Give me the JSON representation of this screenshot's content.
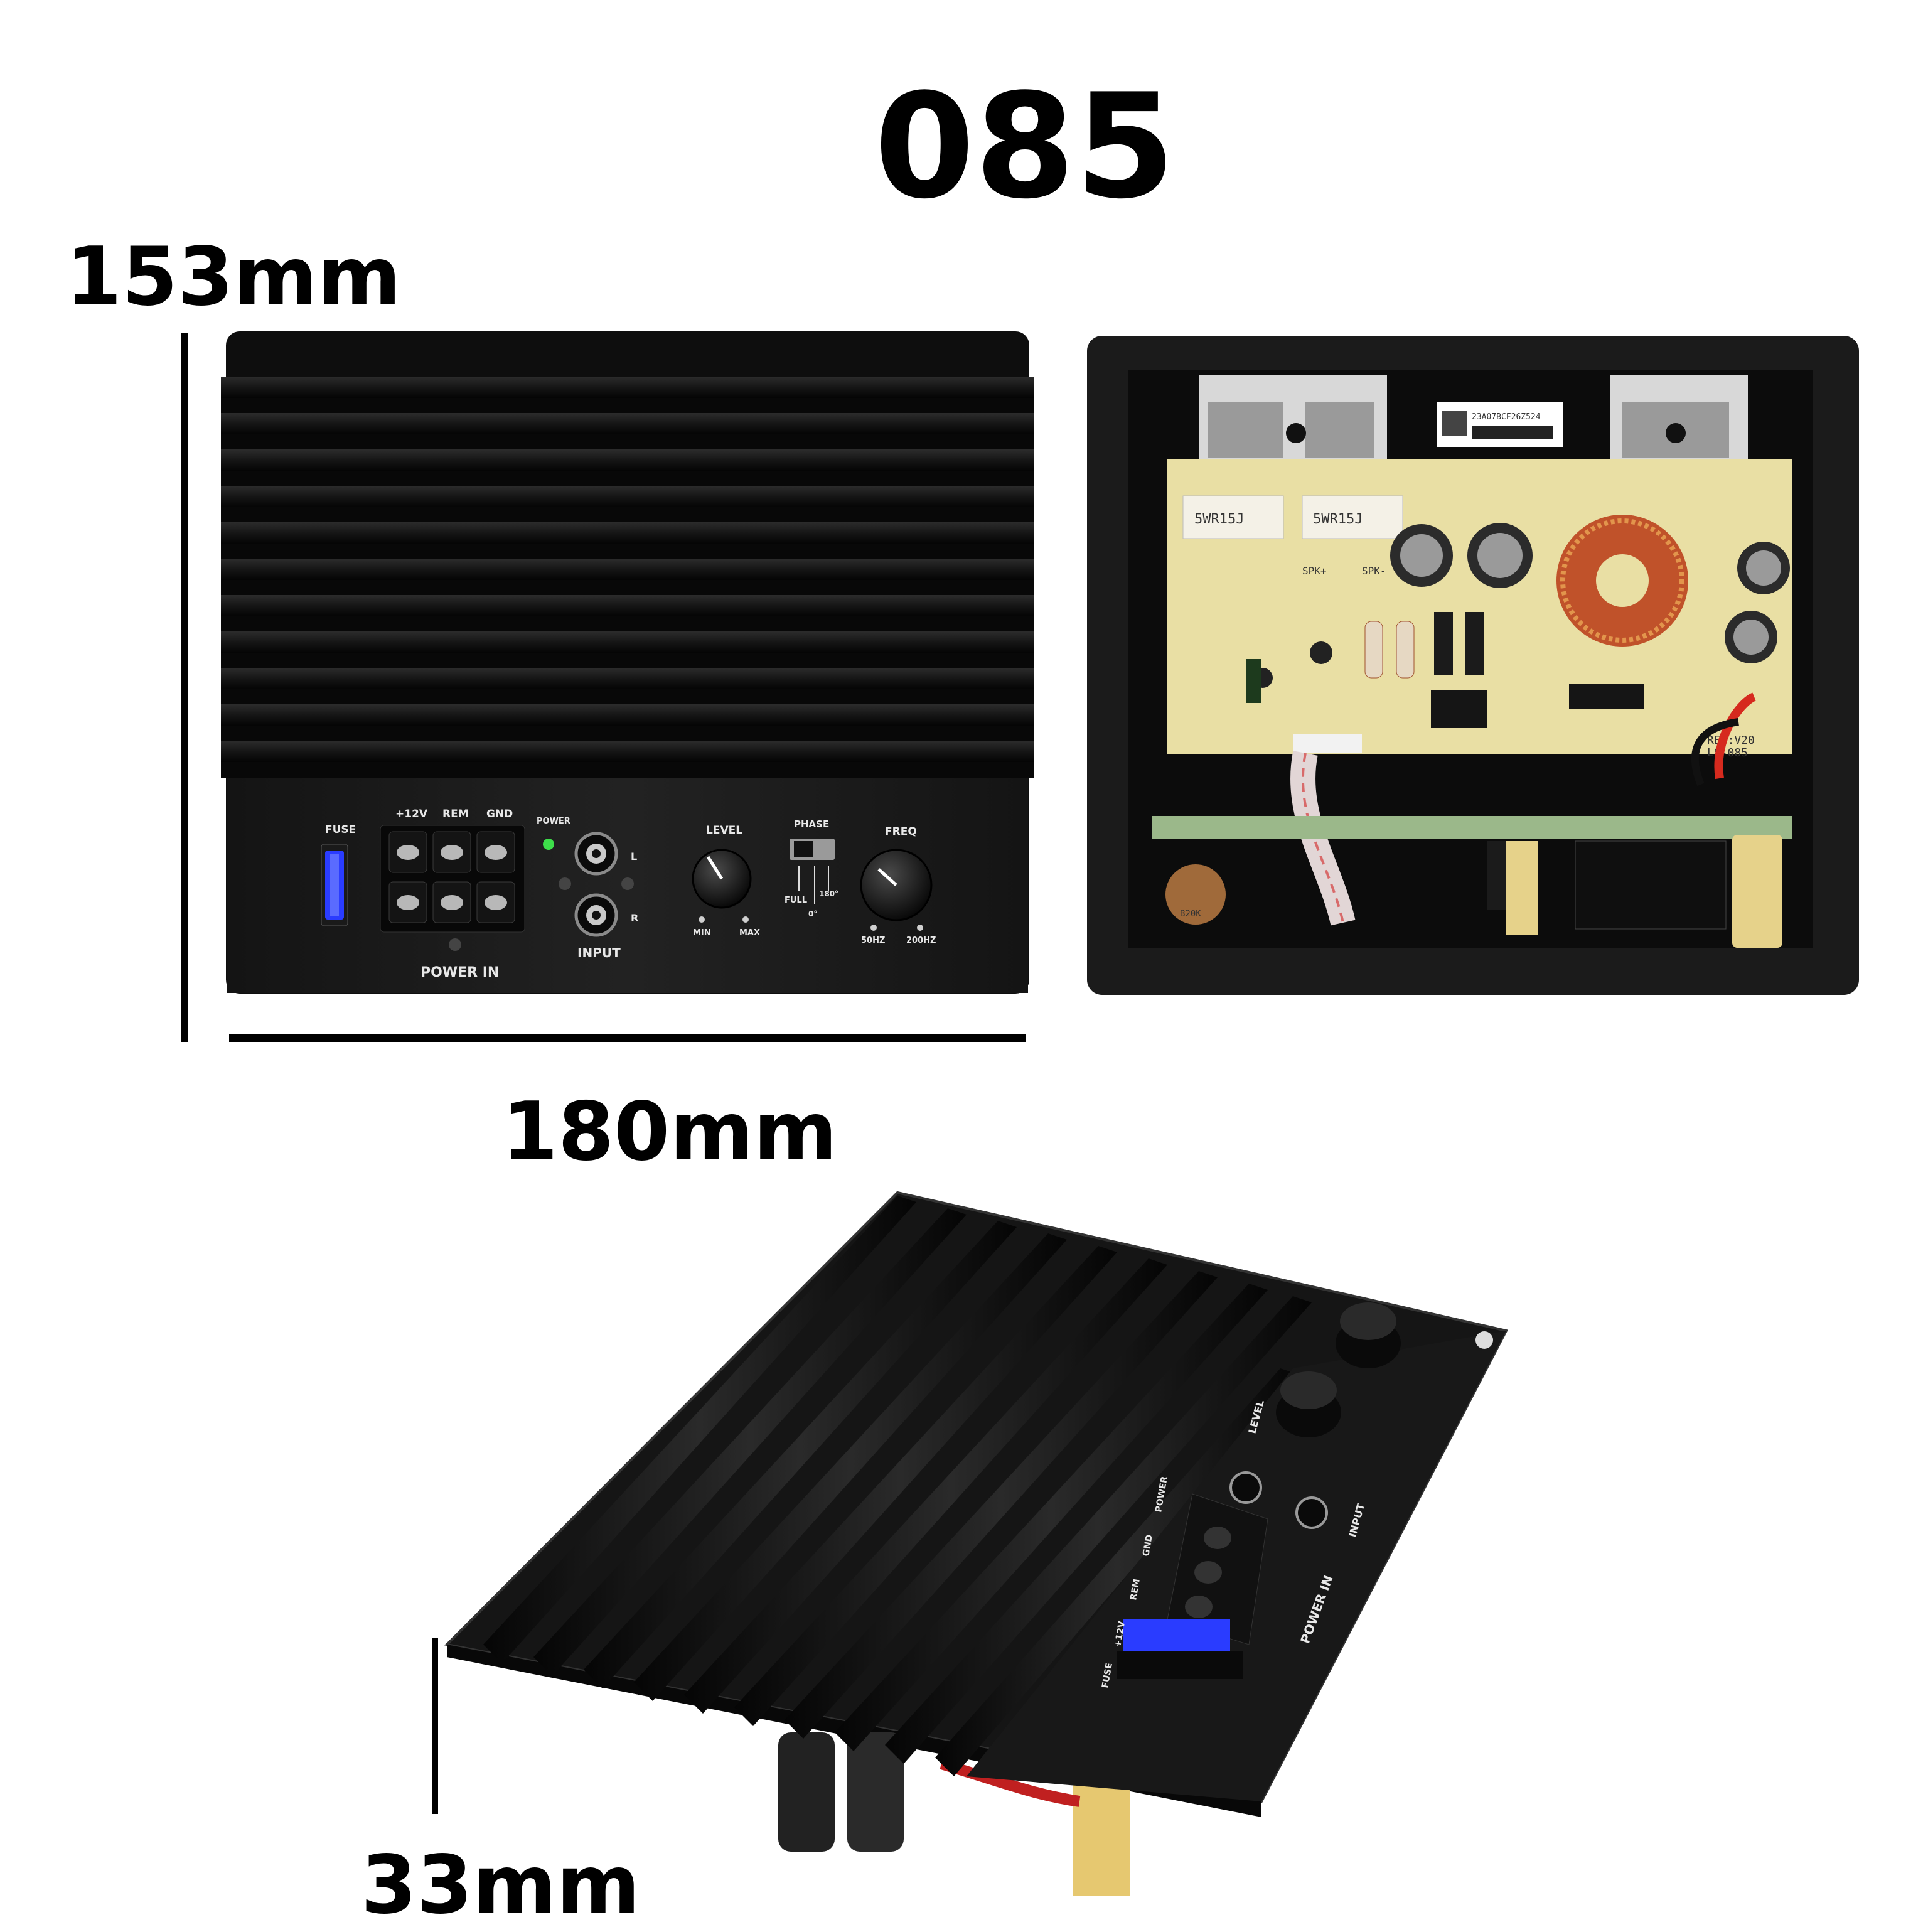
{
  "title": "085",
  "dimensions": {
    "height": "153mm",
    "width": "180mm",
    "depth": "33mm"
  },
  "panel": {
    "fuse": "FUSE",
    "v12": "+12V",
    "rem": "REM",
    "gnd": "GND",
    "power": "POWER",
    "power_in": "POWER IN",
    "input": "INPUT",
    "left": "L",
    "right": "R",
    "level": "LEVEL",
    "min": "MIN",
    "max": "MAX",
    "phase": "PHASE",
    "full": "FULL",
    "deg0": "0°",
    "deg180": "180°",
    "freq": "FREQ",
    "hz50": "50HZ",
    "hz200": "200HZ"
  },
  "board": {
    "resistor1": "5WR15J",
    "resistor2": "5WR15J",
    "spk_plus": "SPK+",
    "spk_minus": "SPK-",
    "barcode": "23A07BCF26Z524",
    "rev": "REV:V20",
    "model": "LS-085",
    "pot": "B20K"
  },
  "angled": {
    "fuse": "FUSE",
    "v12": "+12V",
    "rem": "REM",
    "gnd": "GND",
    "power": "POWER",
    "power_in": "POWER IN",
    "input": "INPUT",
    "level": "LEVEL"
  },
  "colors": {
    "aluminum": "#141414",
    "pcb": "#e9dfa4",
    "fuse": "#2a3cff",
    "led": "#3dde4a"
  }
}
